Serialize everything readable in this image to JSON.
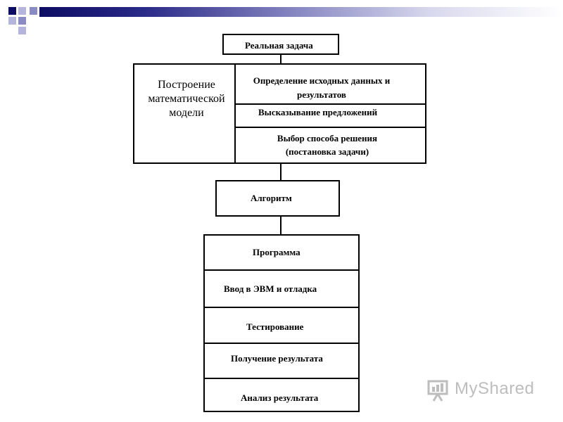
{
  "diagram": {
    "top": "Реальная задача",
    "model": {
      "title": "Построение математической модели",
      "steps": [
        "Определение исходных данных и результатов",
        "Высказывание предложений",
        "Выбор способа решения (постановка задачи)"
      ]
    },
    "algorithm": "Алгоритм",
    "program_steps": [
      "Программа",
      "Ввод в ЭВМ и отладка",
      "Тестирование",
      "Получение результата",
      "Анализ результата"
    ]
  },
  "watermark": {
    "text": "MyShared"
  },
  "colors": {
    "header_dark": "#0c0c64",
    "header_mid": "#8a8ac4",
    "header_light": "#b4b4dc",
    "line": "#000000",
    "watermark": "#888888"
  }
}
